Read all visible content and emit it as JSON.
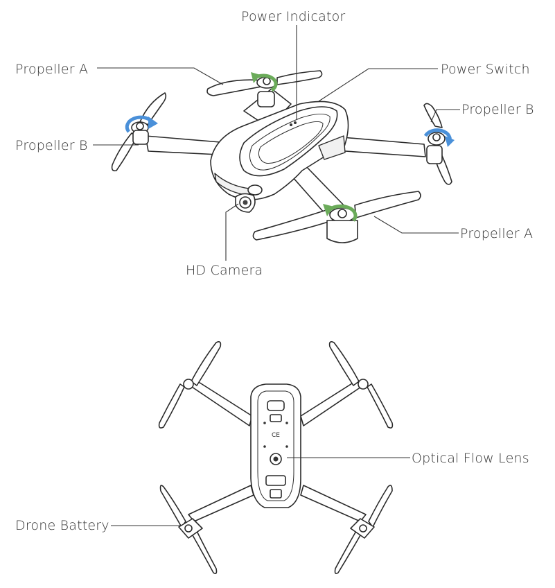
{
  "top_view": {
    "labels": {
      "power_indicator": "Power Indicator",
      "power_switch": "Power Switch",
      "propeller_a_left": "Propeller A",
      "propeller_b_left": "Propeller B",
      "propeller_b_right": "Propeller B",
      "propeller_a_right": "Propeller A",
      "hd_camera": "HD Camera"
    },
    "arrow_colors": {
      "propeller_a": "#6bab5a",
      "propeller_b": "#4a90d9"
    }
  },
  "bottom_view": {
    "labels": {
      "optical_flow_lens": "Optical Flow Lens",
      "drone_battery": "Drone Battery"
    }
  }
}
